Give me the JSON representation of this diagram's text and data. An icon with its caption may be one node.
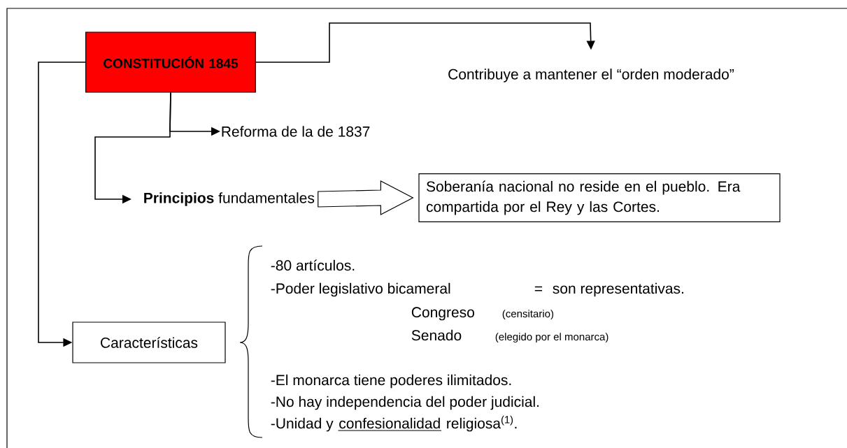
{
  "diagram": {
    "nodes": [
      {
        "text": [
          "CONSTITUCIÓN 1845"
        ]
      },
      {
        "text": [
          "Contribuye a mantener el “orden moderado”"
        ]
      },
      {
        "text": [
          "Reforma de la de 1837"
        ]
      },
      {
        "text": [
          "**Principios** fundamentales"
        ]
      },
      {
        "text": [
          "Soberanía nacional no reside en el pueblo. Era compartida por el Rey y las Cortes."
        ]
      },
      {
        "text": [
          "Características"
        ]
      }
    ],
    "edges": [
      {
        "from": 0,
        "to": 1,
        "arrow": "to"
      },
      {
        "from": 0,
        "to": 2,
        "arrow": "to"
      },
      {
        "from": 0,
        "to": 3,
        "arrow": "to"
      },
      {
        "from": 3,
        "to": 4,
        "arrow": "to"
      },
      {
        "from": 0,
        "to": 5,
        "arrow": "to"
      }
    ],
    "labels": [
      "-80 artículos.",
      "-Poder legislativo bicameral",
      "=",
      "son representativas.",
      "Congreso",
      "(censitario)",
      "Senado",
      "(elegido por el monarca)",
      "-El monarca tiene poderes ilimitados.",
      "-No hay independencia del poder judicial.",
      "-Unidad y",
      "confesionalidad",
      "religiosa$^{(1)}$."
    ]
  }
}
